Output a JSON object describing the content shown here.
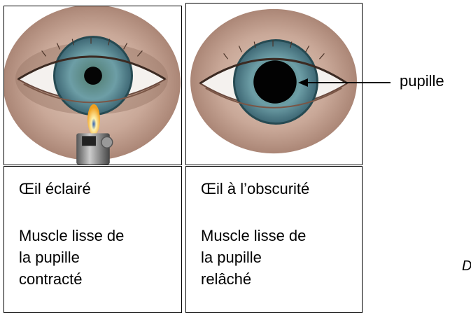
{
  "figure": {
    "panels": [
      {
        "image": "eye-with-lighter-flame",
        "title": "Œil éclairé",
        "description": "Muscle lisse de\nla pupille\ncontracté"
      },
      {
        "image": "eye-in-darkness",
        "title": "Œil à l’obscurité",
        "description": "Muscle lisse de\nla pupille\nrelâché"
      }
    ],
    "pointer_label": "pupille",
    "source_fragment": "D’a"
  }
}
